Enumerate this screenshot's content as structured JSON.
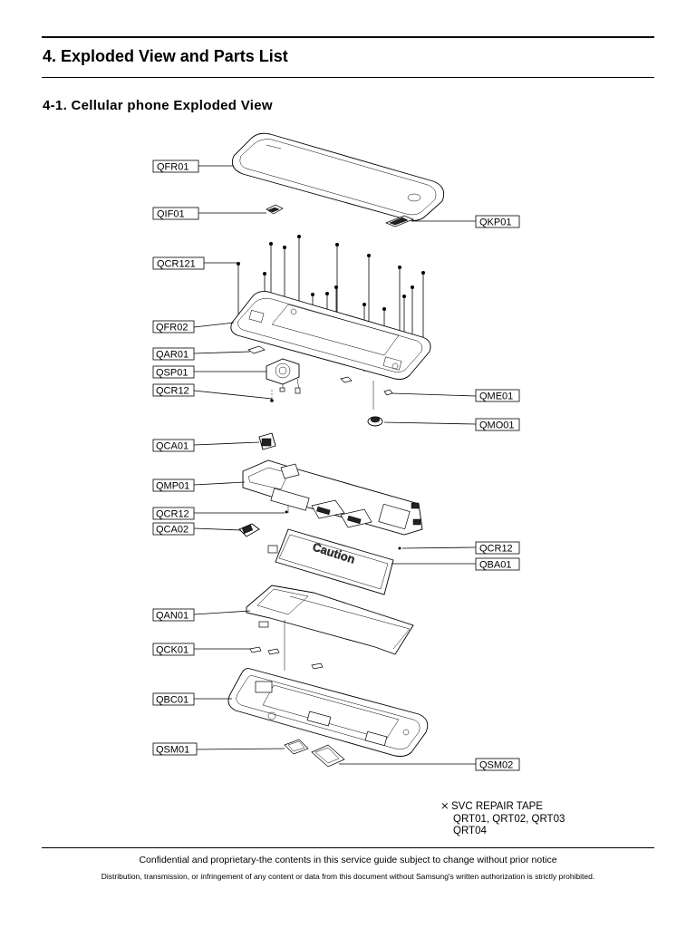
{
  "header": {
    "title": "4. Exploded View and Parts List",
    "subtitle": "4-1. Cellular phone Exploded View"
  },
  "parts": {
    "QFR01": "QFR01",
    "QIF01": "QIF01",
    "QKP01": "QKP01",
    "QCR121": "QCR121",
    "QFR02": "QFR02",
    "QAR01": "QAR01",
    "QSP01": "QSP01",
    "QCR12_a": "QCR12",
    "QME01": "QME01",
    "QMO01": "QMO01",
    "QCA01": "QCA01",
    "QMP01": "QMP01",
    "QCR12_b": "QCR12",
    "QCA02": "QCA02",
    "QCR12_c": "QCR12",
    "QBA01": "QBA01",
    "QAN01": "QAN01",
    "QCK01": "QCK01",
    "QBC01": "QBC01",
    "QSM01": "QSM01",
    "QSM02": "QSM02"
  },
  "battery_text": "Caution",
  "note": {
    "mark": "⨯",
    "heading": "SVC REPAIR TAPE",
    "line1": "QRT01, QRT02, QRT03",
    "line2": "QRT04"
  },
  "footer": {
    "line1": "Confidential and proprietary-the contents in this service guide subject to change without prior notice",
    "line2": "Distribution, transmission, or infringement of any content or data from this document without Samsung's written authorization is strictly prohibited."
  }
}
